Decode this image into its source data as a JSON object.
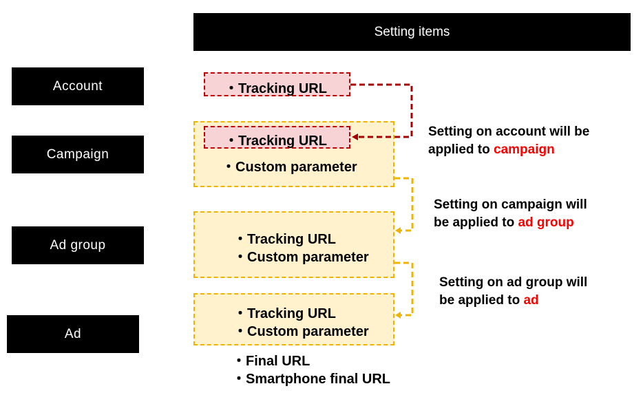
{
  "header": {
    "title": "Setting items"
  },
  "levels": {
    "account": "Account",
    "campaign": "Campaign",
    "ad_group": "Ad group",
    "ad": "Ad"
  },
  "bullet": "・",
  "items": {
    "account_tracking": "Tracking URL",
    "campaign_tracking": "Tracking URL",
    "campaign_custom": "Custom parameter",
    "adgroup_tracking": "Tracking URL",
    "adgroup_custom": "Custom parameter",
    "ad_tracking": "Tracking URL",
    "ad_custom": "Custom parameter",
    "ad_final_url": "Final URL",
    "ad_smartphone_url": "Smartphone final URL"
  },
  "notes": {
    "account_to_campaign": {
      "line1": "Setting on account will be",
      "line2_prefix": "applied to ",
      "highlight": "campaign"
    },
    "campaign_to_adgroup": {
      "line1": "Setting on campaign will",
      "line2_prefix": "be applied to ",
      "highlight": "ad group"
    },
    "adgroup_to_ad": {
      "line1": "Setting on ad group will",
      "line2_prefix": "be applied to ",
      "highlight": "ad"
    }
  },
  "colors": {
    "header_bg": "#000000",
    "level_bg": "#000000",
    "account_arrow": "#a80000",
    "inherit_arrow": "#f0b400",
    "highlight_text": "#ff0000",
    "yellow_fill": "#fff2cc",
    "red_fill": "#f8d3d6"
  }
}
